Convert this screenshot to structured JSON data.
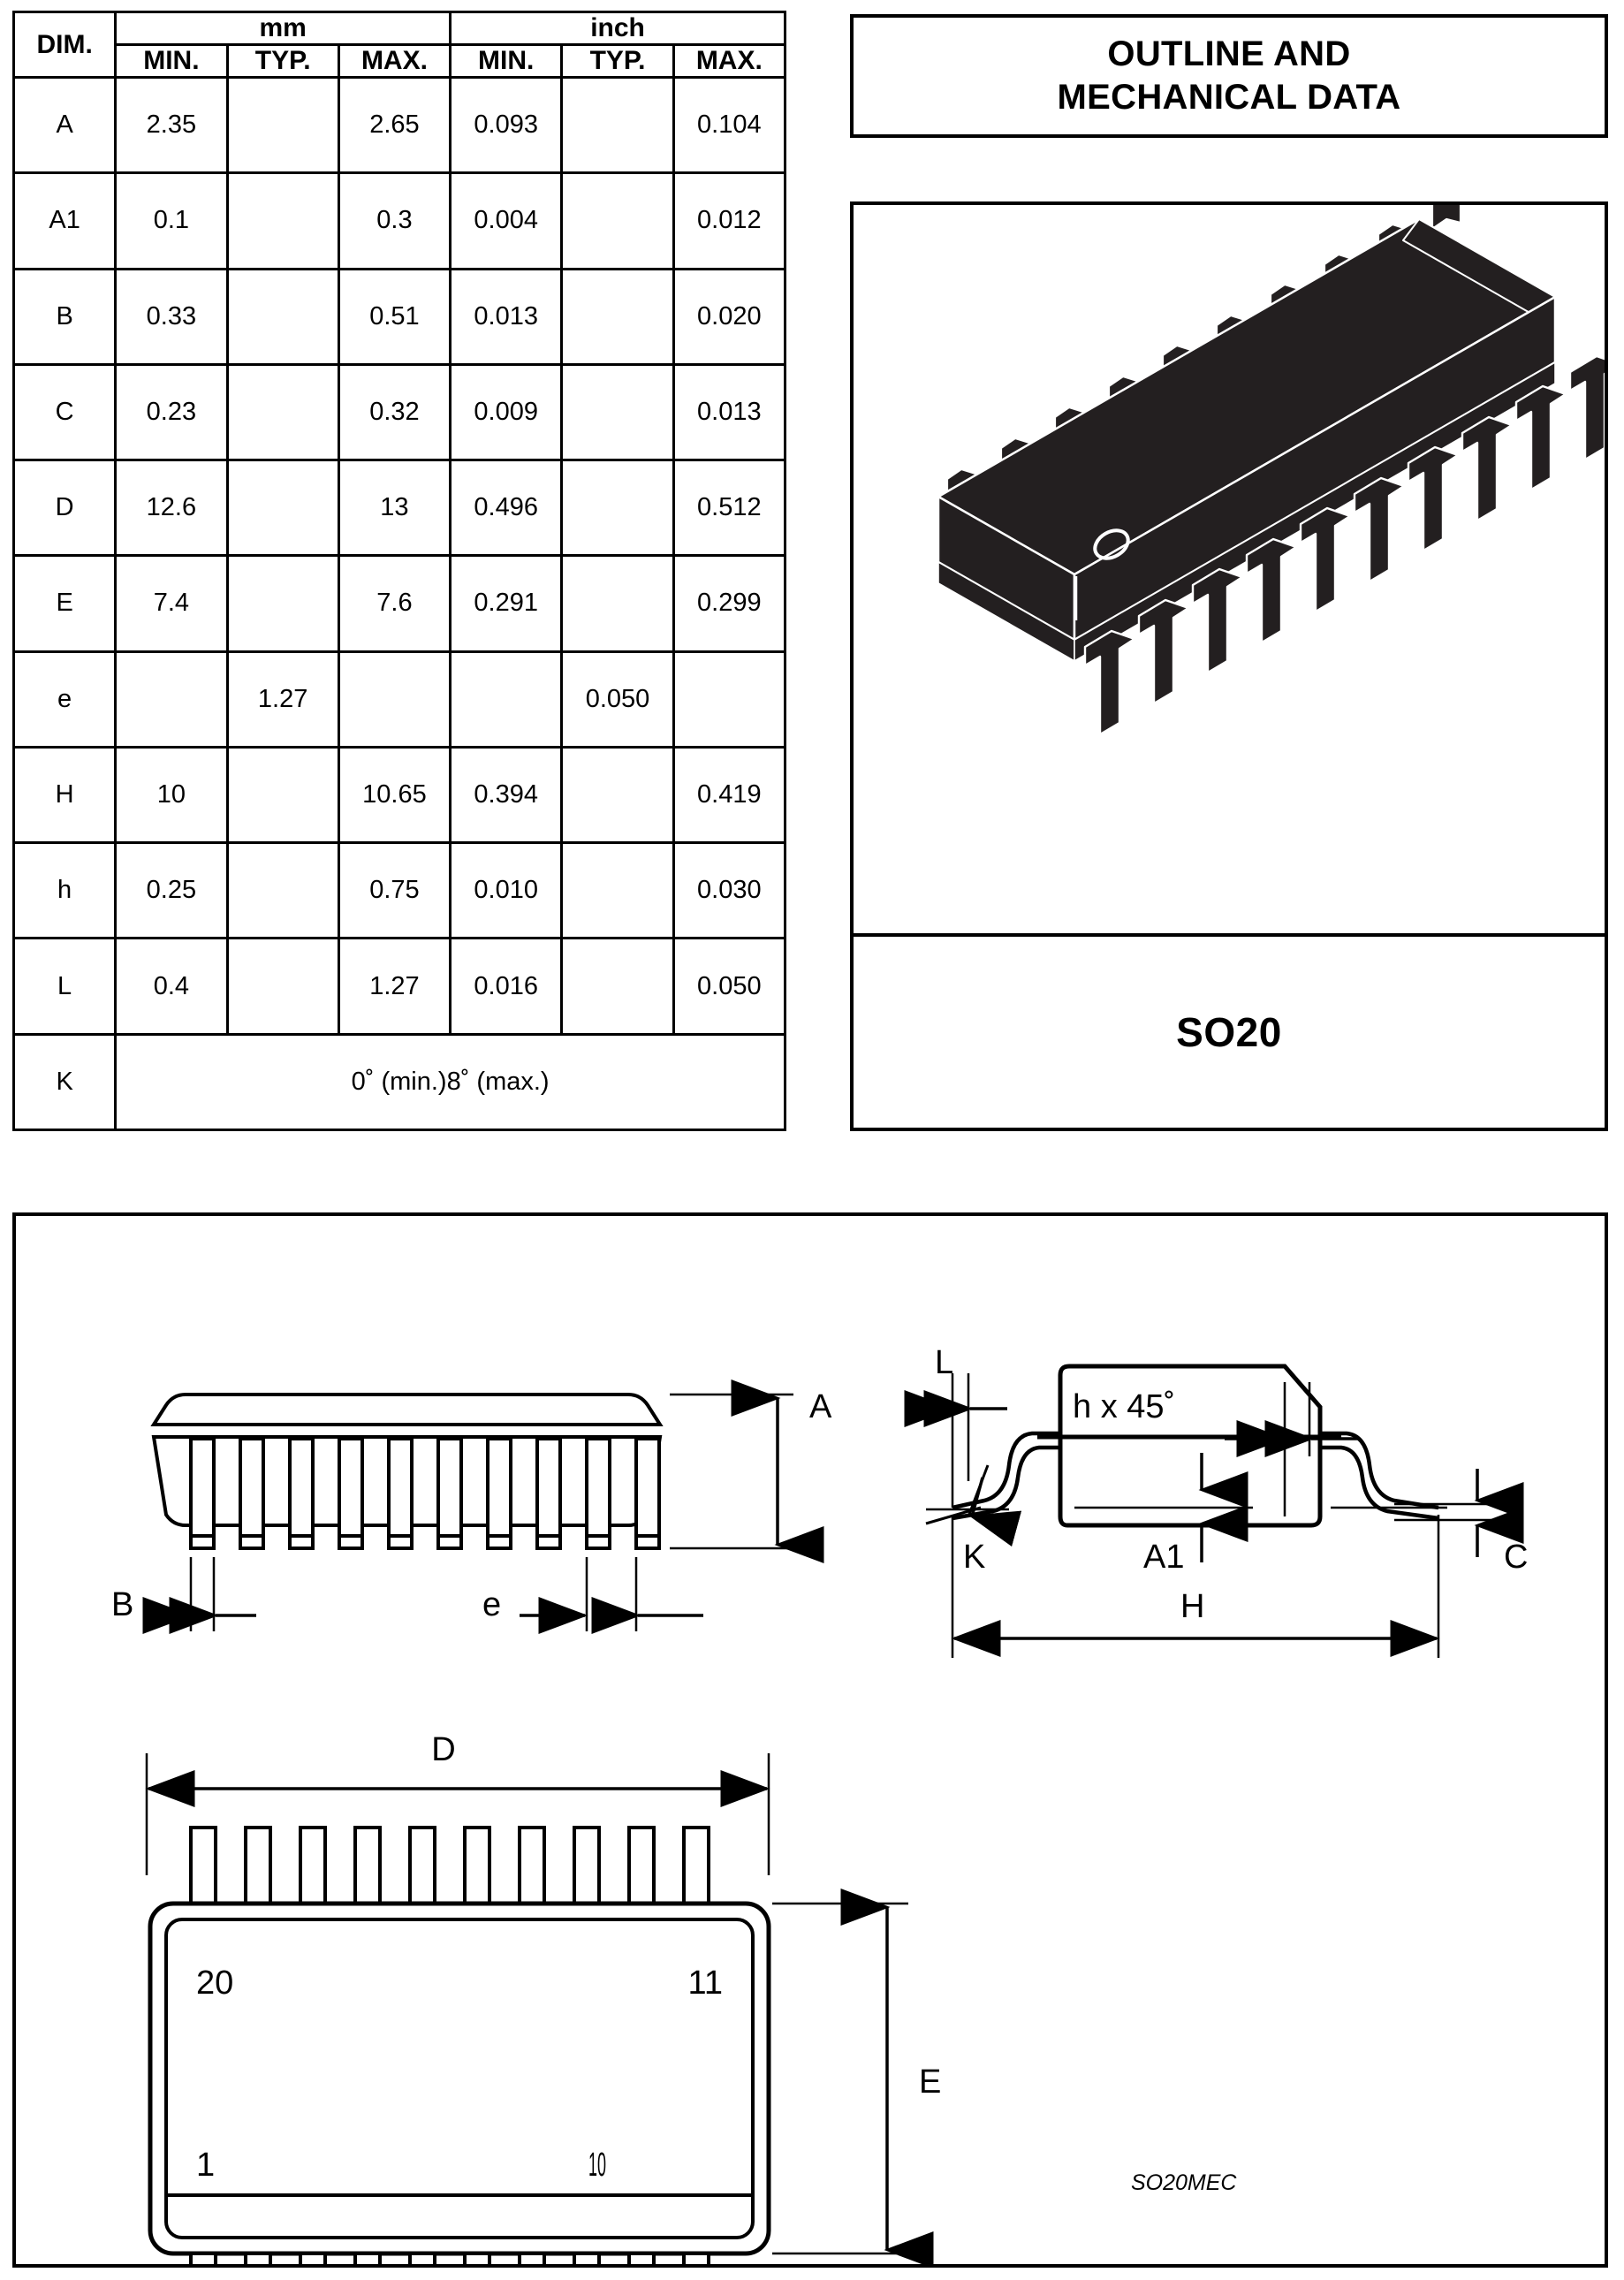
{
  "table": {
    "corner_header": "DIM.",
    "unit_groups": [
      "mm",
      "inch"
    ],
    "sub_headers": [
      "MIN.",
      "TYP.",
      "MAX."
    ],
    "rows": [
      {
        "dim": "A",
        "mm_min": "2.35",
        "mm_typ": "",
        "mm_max": "2.65",
        "in_min": "0.093",
        "in_typ": "",
        "in_max": "0.104"
      },
      {
        "dim": "A1",
        "mm_min": "0.1",
        "mm_typ": "",
        "mm_max": "0.3",
        "in_min": "0.004",
        "in_typ": "",
        "in_max": "0.012"
      },
      {
        "dim": "B",
        "mm_min": "0.33",
        "mm_typ": "",
        "mm_max": "0.51",
        "in_min": "0.013",
        "in_typ": "",
        "in_max": "0.020"
      },
      {
        "dim": "C",
        "mm_min": "0.23",
        "mm_typ": "",
        "mm_max": "0.32",
        "in_min": "0.009",
        "in_typ": "",
        "in_max": "0.013"
      },
      {
        "dim": "D",
        "mm_min": "12.6",
        "mm_typ": "",
        "mm_max": "13",
        "in_min": "0.496",
        "in_typ": "",
        "in_max": "0.512"
      },
      {
        "dim": "E",
        "mm_min": "7.4",
        "mm_typ": "",
        "mm_max": "7.6",
        "in_min": "0.291",
        "in_typ": "",
        "in_max": "0.299"
      },
      {
        "dim": "e",
        "mm_min": "",
        "mm_typ": "1.27",
        "mm_max": "",
        "in_min": "",
        "in_typ": "0.050",
        "in_max": ""
      },
      {
        "dim": "H",
        "mm_min": "10",
        "mm_typ": "",
        "mm_max": "10.65",
        "in_min": "0.394",
        "in_typ": "",
        "in_max": "0.419"
      },
      {
        "dim": "h",
        "mm_min": "0.25",
        "mm_typ": "",
        "mm_max": "0.75",
        "in_min": "0.010",
        "in_typ": "",
        "in_max": "0.030"
      },
      {
        "dim": "L",
        "mm_min": "0.4",
        "mm_typ": "",
        "mm_max": "1.27",
        "in_min": "0.016",
        "in_typ": "",
        "in_max": "0.050"
      }
    ],
    "angle_row": {
      "dim": "K",
      "value": "0˚ (min.)8˚ (max.)"
    }
  },
  "header_panel": {
    "line1": "OUTLINE AND",
    "line2": "MECHANICAL DATA"
  },
  "package_panel": {
    "name": "SO20",
    "pin_count": 20,
    "pins_per_side": 10
  },
  "drawing": {
    "reference_code": "SO20MEC",
    "front_view": {
      "labels": {
        "height": "A",
        "lead_width": "B",
        "pitch": "e"
      },
      "lead_count": 10
    },
    "side_view": {
      "labels": {
        "foot_length": "L",
        "chamfer": "h x 45˚",
        "lead_angle": "K",
        "standoff": "A1",
        "lead_thickness": "C",
        "span": "H"
      }
    },
    "top_view": {
      "labels": {
        "length": "D",
        "width": "E"
      },
      "pin_numbers": {
        "top_left": "20",
        "top_right": "11",
        "bottom_left": "1",
        "bottom_right": "10"
      },
      "lead_count_per_side": 10
    }
  },
  "colors": {
    "line": "#000000",
    "background": "#ffffff",
    "package_body": "#231f20",
    "package_lead": "#3d4548"
  }
}
